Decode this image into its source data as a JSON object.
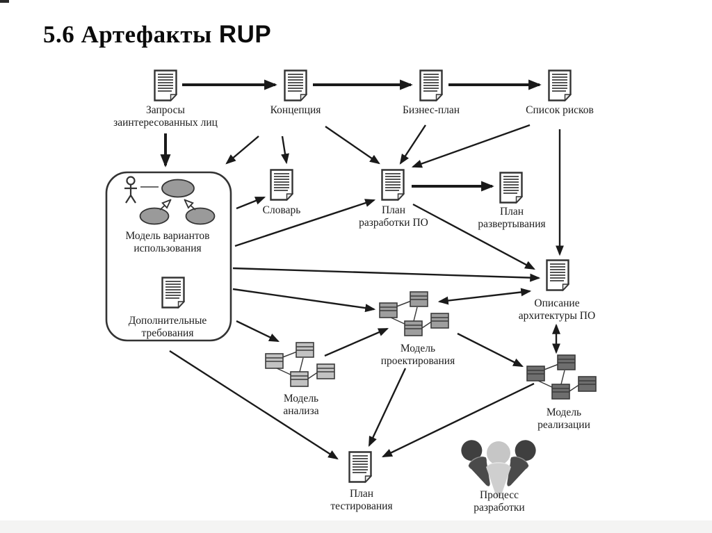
{
  "title": {
    "prefix": "5.6 Артефакты",
    "suffix": "RUP"
  },
  "nodes": {
    "stakeholder_requests": {
      "label": "Запросы\nзаинтересованных лиц"
    },
    "vision": {
      "label": "Концепция"
    },
    "business_plan": {
      "label": "Бизнес-план"
    },
    "risk_list": {
      "label": "Список рисков"
    },
    "use_case_model": {
      "label": "Модель вариантов\nиспользования"
    },
    "additional_requirements": {
      "label": "Дополнительные\nтребования"
    },
    "glossary": {
      "label": "Словарь"
    },
    "sw_dev_plan": {
      "label": "План\nразработки ПО"
    },
    "deployment_plan": {
      "label": "План\nразвертывания"
    },
    "sw_architecture": {
      "label": "Описание\nархитектуры ПО"
    },
    "design_model": {
      "label": "Модель\nпроектирования"
    },
    "analysis_model": {
      "label": "Модель\nанализа"
    },
    "implementation_model": {
      "label": "Модель\nреализации"
    },
    "test_plan": {
      "label": "План\nтестирования"
    },
    "dev_process": {
      "label": "Процесс\nразработки"
    }
  },
  "colors": {
    "ink": "#1a1a1a",
    "document_fill": "#ffffff",
    "use_case_gray": "#9a9a9a",
    "analysis_model_gray": "#c2c2c2",
    "design_model_gray": "#9e9e9e",
    "implementation_model_gray": "#6e6e6e",
    "people_side_gray": "#454545",
    "people_middle_gray": "#c9c9c9"
  }
}
